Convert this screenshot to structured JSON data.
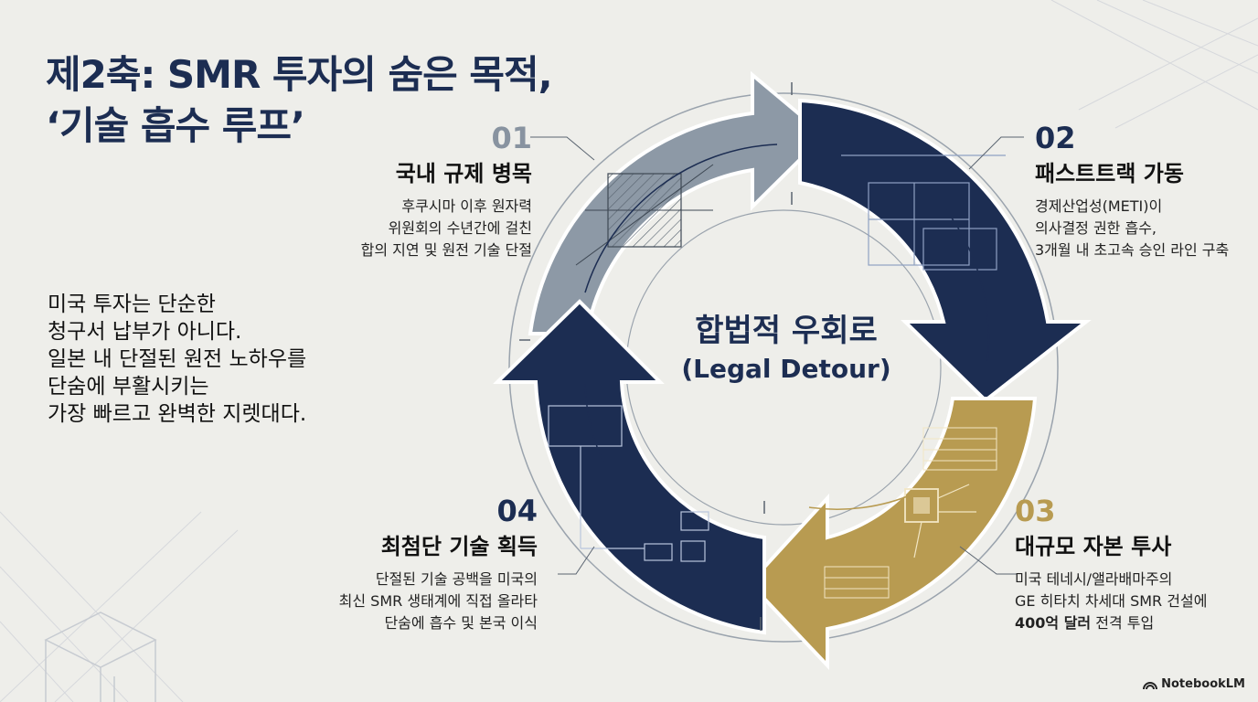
{
  "title": {
    "line1": "제2축: SMR 투자의 숨은 목적,",
    "line2": "‘기술 흡수 루프’"
  },
  "intro": {
    "lines": [
      "미국 투자는 단순한",
      "청구서 납부가 아니다.",
      "일본 내 단절된 원전 노하우를",
      "단숨에 부활시키는",
      "가장 빠르고 완벽한 지렛대다."
    ]
  },
  "center": {
    "korean": "합법적 우회로",
    "english": "(Legal Detour)"
  },
  "steps": [
    {
      "number": "01",
      "heading": "국내 규제 병목",
      "desc": [
        "후쿠시마 이후 원자력",
        "위원회의 수년간에 걸친",
        "합의 지연 및 원전 기술 단절"
      ]
    },
    {
      "number": "02",
      "heading": "패스트트랙 가동",
      "desc": [
        "경제산업성(METI)이",
        "의사결정 권한 흡수,",
        "3개월 내 초고속 승인 라인 구축"
      ]
    },
    {
      "number": "03",
      "heading": "대규모 자본 투사",
      "desc": [
        "미국 테네시/앨라배마주의",
        "GE 히타치 차세대 SMR 건설에"
      ],
      "desc_bold": "400억 달러",
      "desc_rest": " 전격 투입"
    },
    {
      "number": "04",
      "heading": "최첨단 기술 획득",
      "desc": [
        "단절된 기술 공백을 미국의",
        "최신 SMR 생태계에 직접 올라타",
        "단숨에 흡수 및 본국 이식"
      ]
    }
  ],
  "colors": {
    "navy": "#1c2d52",
    "gray": "#8d99a6",
    "gold": "#b89b51"
  },
  "brand": "NotebookLM"
}
